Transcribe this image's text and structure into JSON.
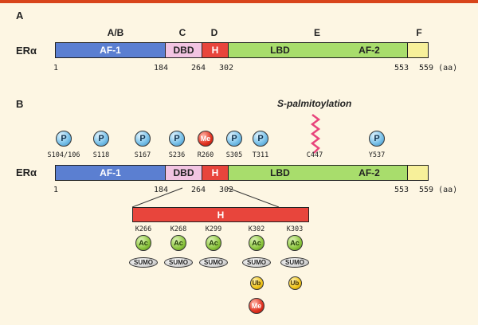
{
  "panel_a": {
    "letter": "A",
    "protein_label": "ERα",
    "domain_letters": [
      "A/B",
      "C",
      "D",
      "E",
      "F"
    ],
    "segments": [
      {
        "label": "AF-1",
        "color": "#5b7fd1"
      },
      {
        "label": "DBD",
        "color": "#f2c4e2"
      },
      {
        "label": "H",
        "color": "#e8453c"
      },
      {
        "label": "LBD",
        "color": "#a8dd6c"
      },
      {
        "label": "AF-2",
        "color": "#a8dd6c"
      },
      {
        "label": "",
        "color": "#f7f09a"
      }
    ],
    "ticks": [
      "1",
      "184",
      "264",
      "302",
      "553",
      "559 (aa)"
    ]
  },
  "panel_b": {
    "letter": "B",
    "protein_label": "ERα",
    "palmitoylation_label": "S-palmitoylation",
    "sites": [
      {
        "mark": "P",
        "label": "S104/106"
      },
      {
        "mark": "P",
        "label": "S118"
      },
      {
        "mark": "P",
        "label": "S167"
      },
      {
        "mark": "P",
        "label": "S236"
      },
      {
        "mark": "Me",
        "label": "R260"
      },
      {
        "mark": "P",
        "label": "S305"
      },
      {
        "mark": "P",
        "label": "T311"
      },
      {
        "mark": "",
        "label": "C447"
      },
      {
        "mark": "P",
        "label": "Y537"
      }
    ],
    "segments": [
      {
        "label": "AF-1"
      },
      {
        "label": "DBD"
      },
      {
        "label": "H"
      },
      {
        "label": "LBD"
      },
      {
        "label": "AF-2"
      },
      {
        "label": ""
      }
    ],
    "ticks": [
      "1",
      "184",
      "264",
      "302",
      "553",
      "559 (aa)"
    ],
    "hinge": {
      "label": "H",
      "lysines": [
        {
          "label": "K266",
          "marks": [
            "Ac",
            "SUMO"
          ]
        },
        {
          "label": "K268",
          "marks": [
            "Ac",
            "SUMO"
          ]
        },
        {
          "label": "K299",
          "marks": [
            "Ac",
            "SUMO"
          ]
        },
        {
          "label": "K302",
          "marks": [
            "Ac",
            "SUMO",
            "Ub",
            "Me"
          ]
        },
        {
          "label": "K303",
          "marks": [
            "Ac",
            "SUMO",
            "Ub"
          ]
        }
      ]
    }
  },
  "colors": {
    "background": "#fdf6e3",
    "top_rule": "#d8451b",
    "af1": "#5b7fd1",
    "dbd": "#f2c4e2",
    "hinge": "#e8453c",
    "lbd": "#a8dd6c",
    "f_domain": "#f7f09a",
    "palmitoyl": "#e8457c"
  }
}
